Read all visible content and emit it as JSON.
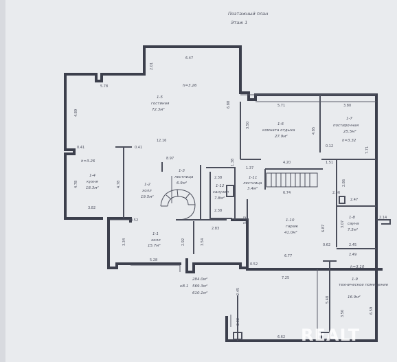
{
  "header": {
    "title": "Поэтажный план",
    "floor": "Этаж 1"
  },
  "rooms": [
    {
      "id": "1-5",
      "name": "гостиная",
      "area": "72.3м²",
      "height": "h=3.26"
    },
    {
      "id": "1-6",
      "name": "комната отдыха",
      "area": "27.9м²"
    },
    {
      "id": "1-7",
      "name": "постирочная",
      "area": "25.5м²",
      "height": "h=3.32"
    },
    {
      "id": "1-4",
      "name": "кухня",
      "area": "18.3м²",
      "height": "h=3.26"
    },
    {
      "id": "1-2",
      "name": "холл",
      "area": "19.5м²"
    },
    {
      "id": "1-3",
      "name": "лестница",
      "area": "6.9м²"
    },
    {
      "id": "1-12",
      "name": "санузел",
      "area": "7.8м²"
    },
    {
      "id": "1-11",
      "name": "лестница",
      "area": "3.4м²"
    },
    {
      "id": "1-10",
      "name": "гараж",
      "area": "41.0м²"
    },
    {
      "id": "1-8",
      "name": "сауна",
      "area": "7.5м²"
    },
    {
      "id": "1-1",
      "name": "холл",
      "area": "15.7м²"
    },
    {
      "id": "1-9",
      "name": "техническое помещение",
      "area": "16.9м²",
      "height": "h=3.10"
    }
  ],
  "totals": {
    "line1": "284.0м²",
    "line2": "569.3м²",
    "line3": "610.1м²",
    "prefix": "кВ.1"
  },
  "dimensions": {
    "d_6_47": "6.47",
    "d_2_01": "2.01",
    "d_5_78": "5.78",
    "d_6_88": "6.88",
    "d_4_89": "4.89",
    "d_0_41a": "0.41",
    "d_0_41b": "0.41",
    "d_12_16": "12.16",
    "d_8_97": "8.97",
    "d_5_71": "5.71",
    "d_3_80": "3.80",
    "d_3_50": "3.50",
    "d_4_85": "4.85",
    "d_0_12": "0.12",
    "d_7_71": "7.71",
    "d_4_20": "4.20",
    "d_1_37": "1.37",
    "d_1_51": "1.51",
    "d_6_74": "6.74",
    "d_2_86": "2.86",
    "d_2_47": "2.47",
    "d_2_46": "2.46",
    "d_3_07": "3.07",
    "d_2_45": "2.45",
    "d_2_49": "2.49",
    "d_4_78a": "4.78",
    "d_4_78b": "4.78",
    "d_3_82": "3.82",
    "d_2_38a": "2.38",
    "d_2_38b": "2.38",
    "d_1_38": "1.38",
    "d_0_52a": "0.52",
    "d_3_34": "3.34",
    "d_2_92": "2.92",
    "d_3_54": "3.54",
    "d_2_83": "2.83",
    "d_5_28": "5.28",
    "d_0_52b": "0.52",
    "d_5_22": "5.22",
    "d_6_87": "6.87",
    "d_0_62": "0.62",
    "d_6_77": "6.77",
    "d_7_25": "7.25",
    "d_2_45v": "2.45",
    "d_2_02": "2.02",
    "d_5_48": "5.48",
    "d_3_50b": "3.50",
    "d_6_59": "6.59",
    "d_6_62": "6.62",
    "d_2_14": "2.14"
  },
  "watermark": "REALT"
}
